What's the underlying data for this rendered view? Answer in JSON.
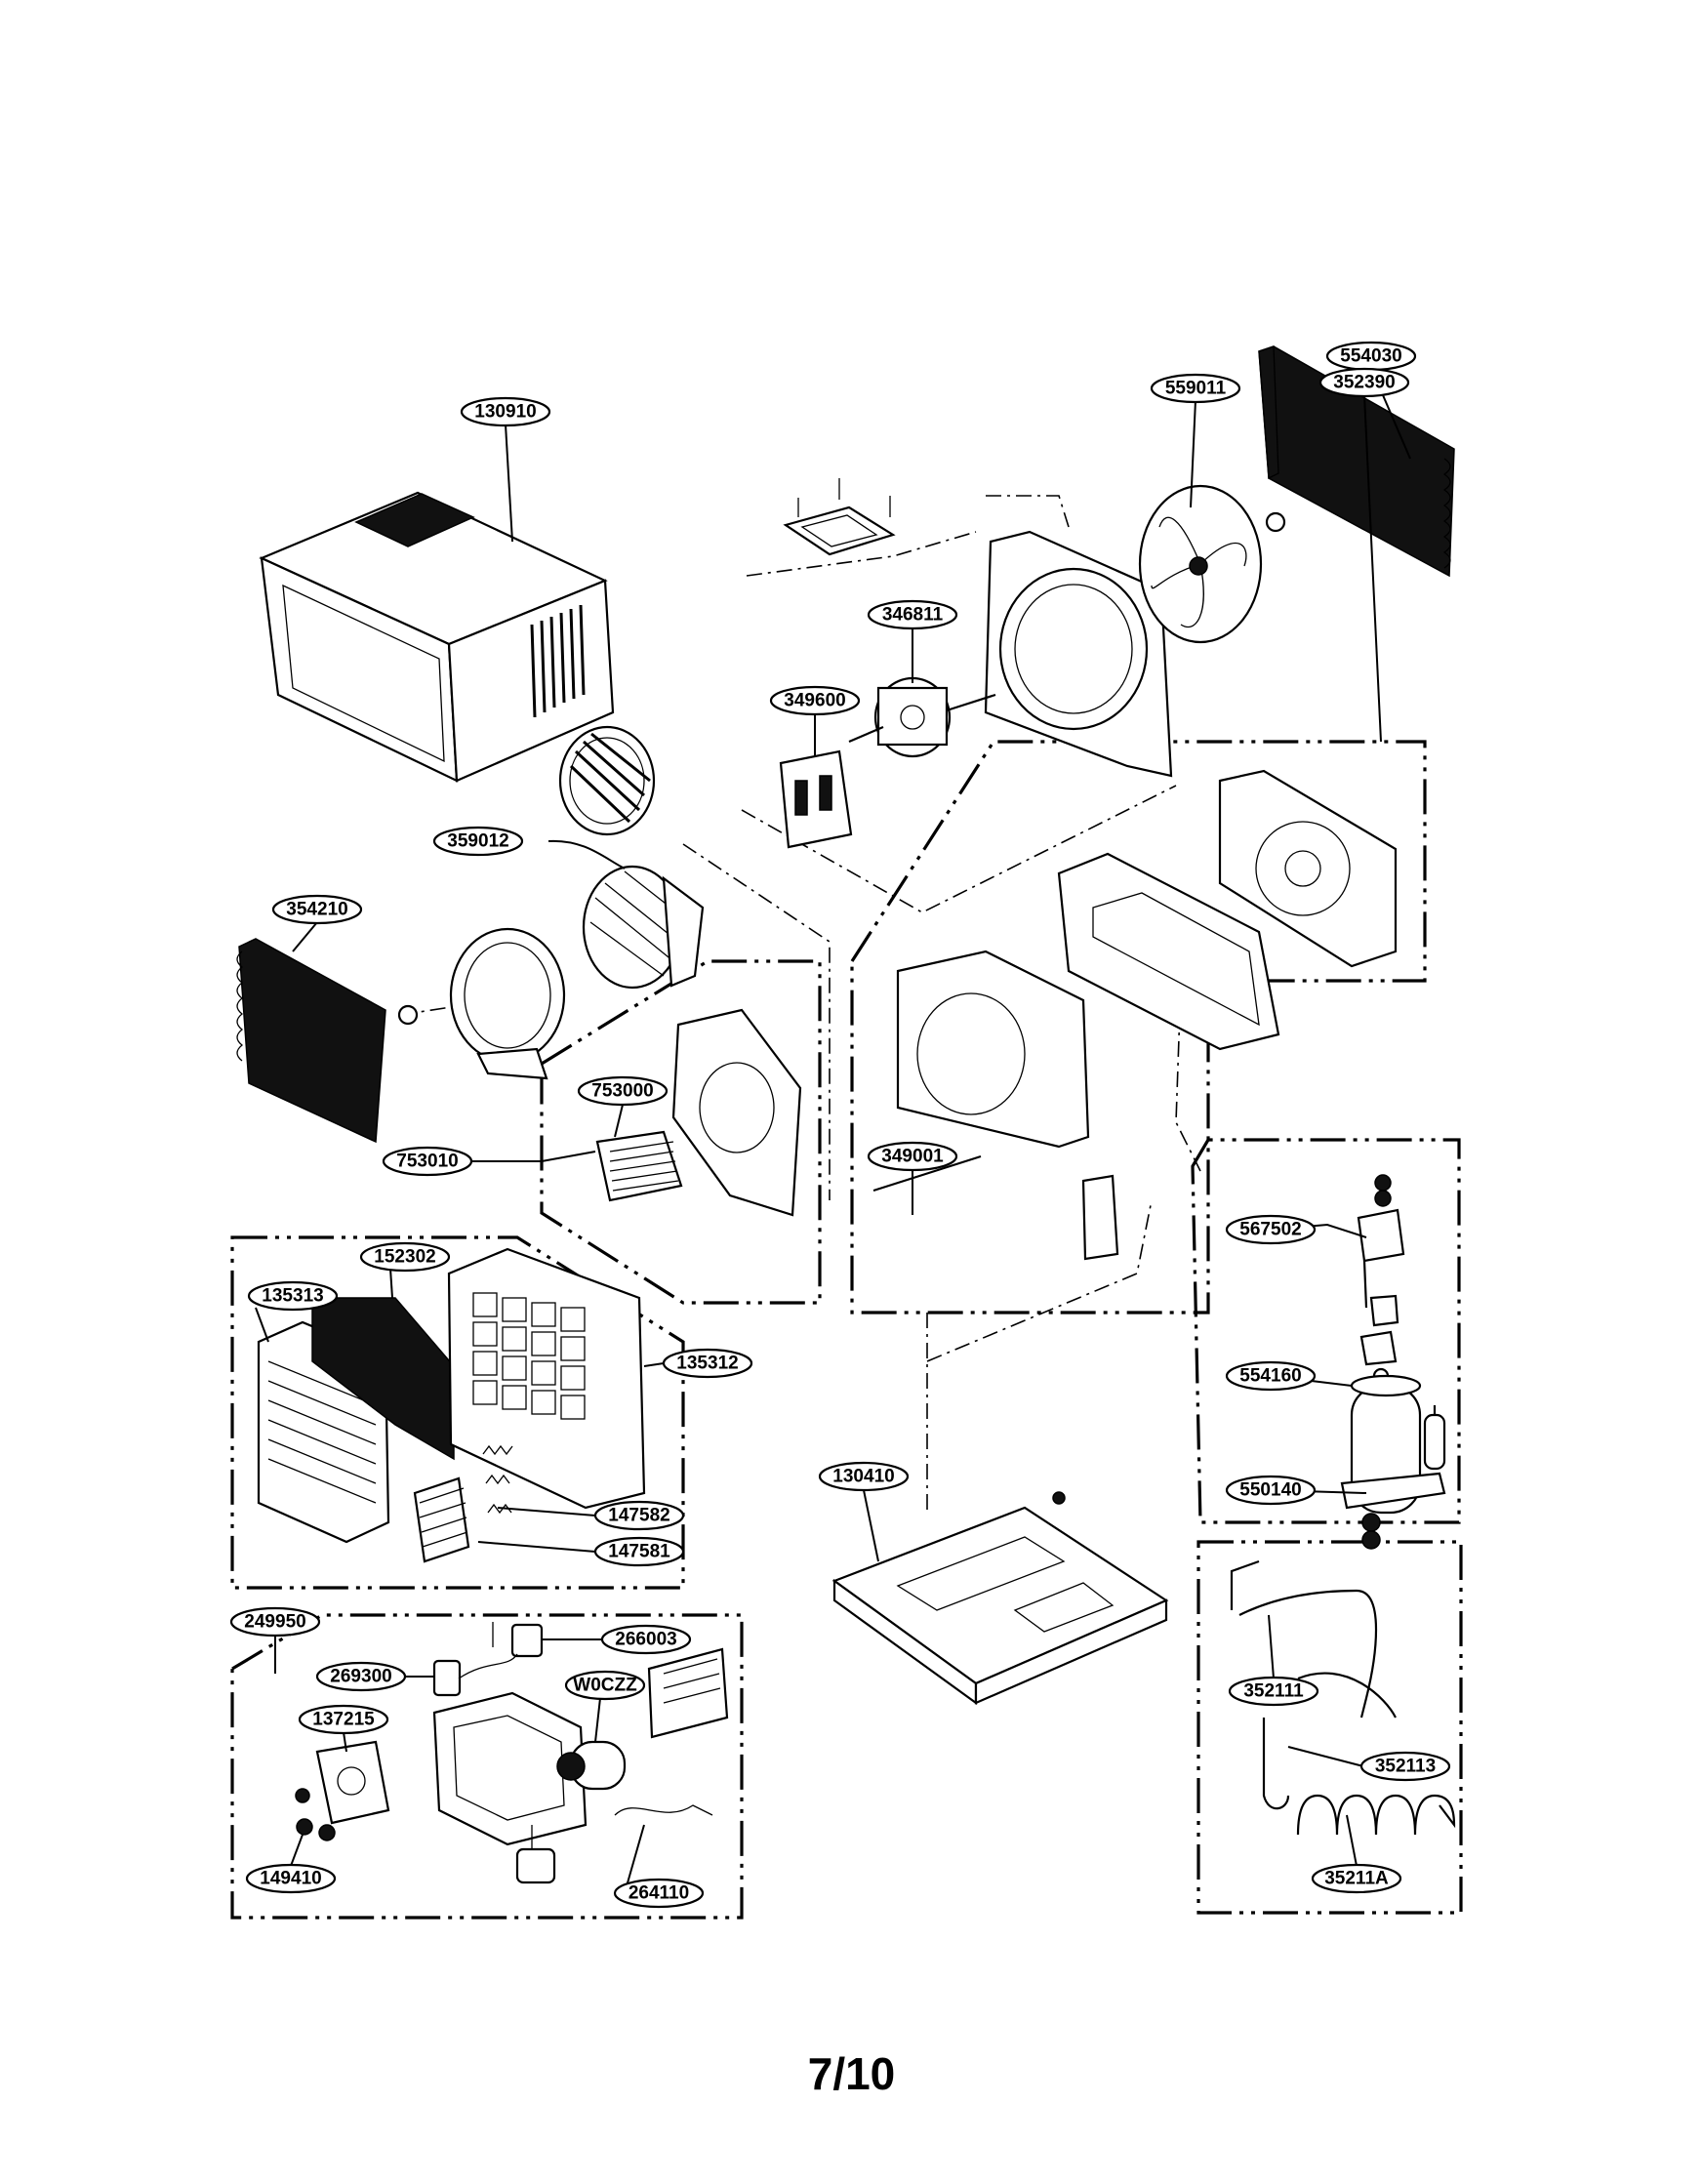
{
  "page": {
    "number": "7/10"
  },
  "labels": {
    "l130910": "130910",
    "l559011": "559011",
    "l554030": "554030",
    "l346811": "346811",
    "l352390": "352390",
    "l349600": "349600",
    "l359012": "359012",
    "l354210": "354210",
    "l753000": "753000",
    "l753010": "753010",
    "l349001": "349001",
    "l567502": "567502",
    "l135313": "135313",
    "l152302": "152302",
    "l135312": "135312",
    "l554160": "554160",
    "l147582": "147582",
    "l147581": "147581",
    "l550140": "550140",
    "l130410": "130410",
    "l249950": "249950",
    "l266003": "266003",
    "l269300": "269300",
    "lW0CZZ": "W0CZZ",
    "l137215": "137215",
    "l352111": "352111",
    "l352113": "352113",
    "l149410": "149410",
    "l264110": "264110",
    "l35211A": "35211A"
  }
}
